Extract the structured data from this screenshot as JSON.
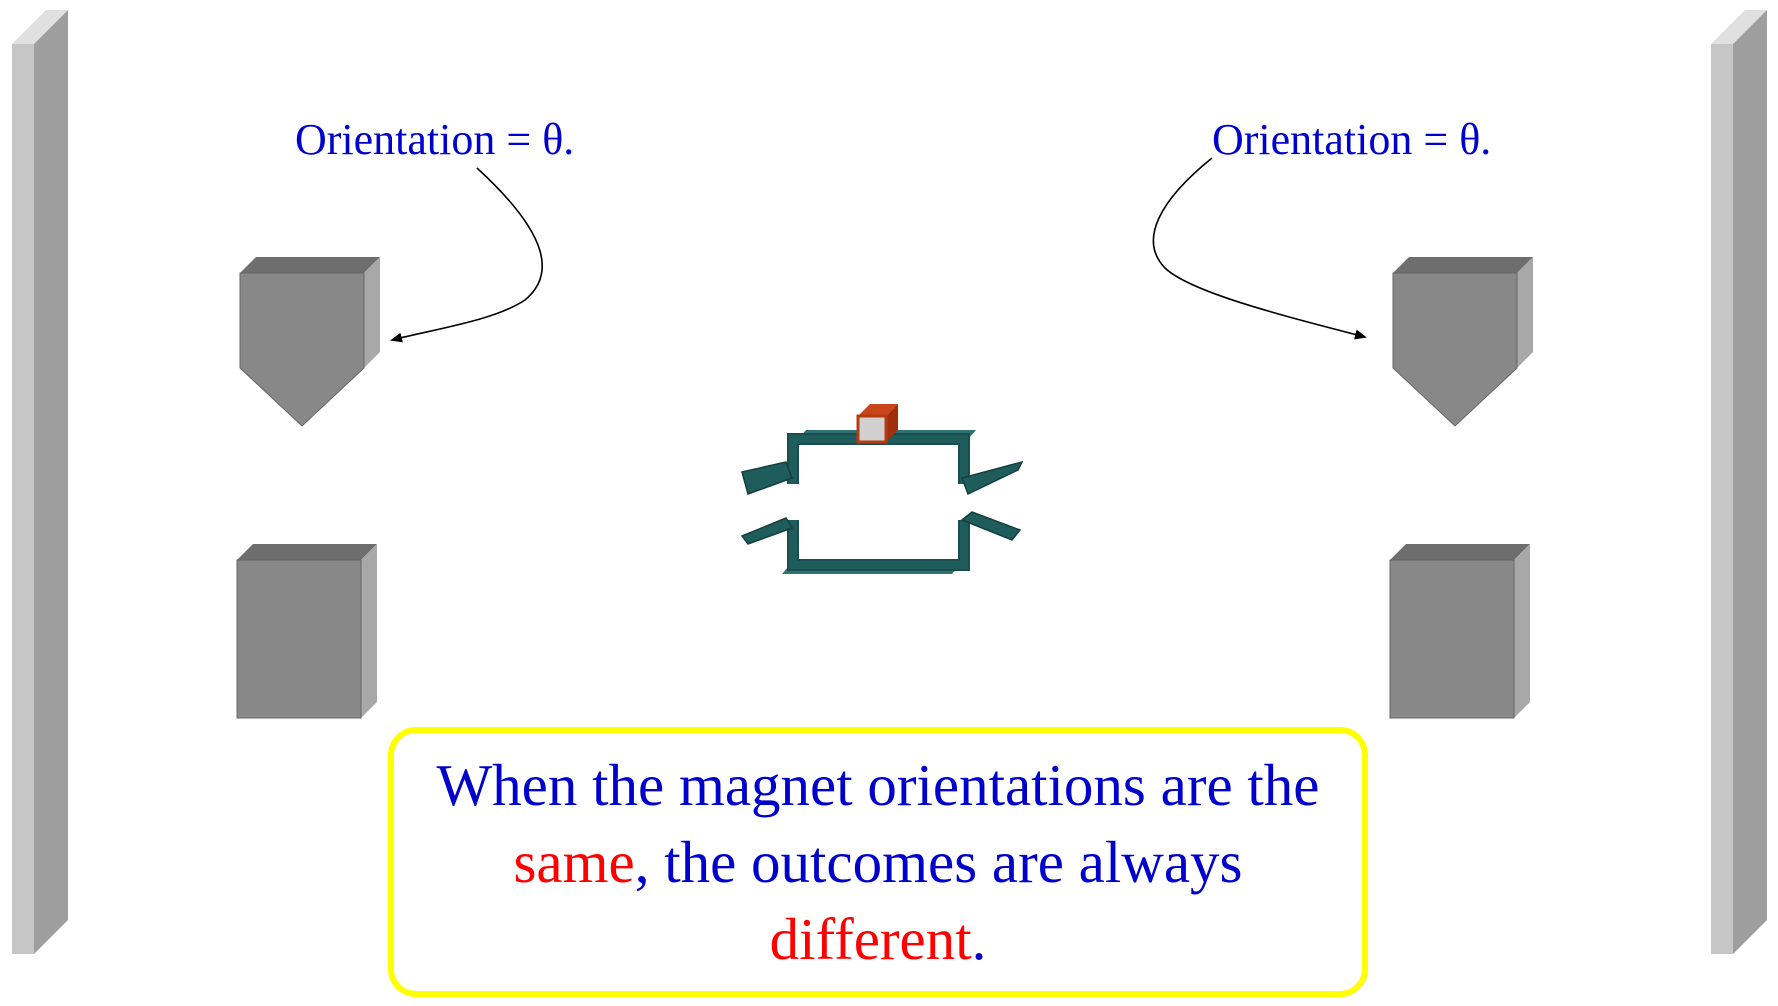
{
  "left_detector": {
    "label": "Orientation = θ."
  },
  "right_detector": {
    "label": "Orientation = θ."
  },
  "caption": {
    "part1": "When the magnet orientations are the ",
    "highlight1": "same",
    "part2": ", the outcomes are always ",
    "highlight2": "different",
    "part3": "."
  },
  "colors": {
    "text_primary": "#0000cc",
    "text_highlight": "#ff0000",
    "caption_border": "#ffff00",
    "magnet_face": "#888888",
    "source_track": "#1f5c5c",
    "source_emitter": "#b83a10",
    "screen": "#cccccc"
  }
}
